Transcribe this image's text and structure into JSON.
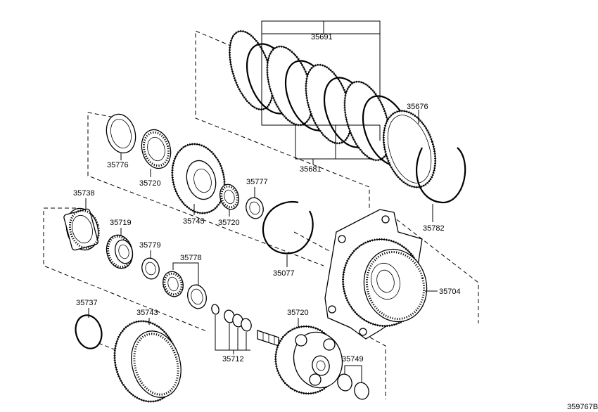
{
  "diagram_id": "359767B",
  "parts": [
    {
      "key": "p35691",
      "label": "35691"
    },
    {
      "key": "p35676",
      "label": "35676"
    },
    {
      "key": "p35681",
      "label": "35681"
    },
    {
      "key": "p35782",
      "label": "35782"
    },
    {
      "key": "p35776",
      "label": "35776"
    },
    {
      "key": "p35720a",
      "label": "35720"
    },
    {
      "key": "p35745",
      "label": "35745"
    },
    {
      "key": "p35720b",
      "label": "35720"
    },
    {
      "key": "p35777",
      "label": "35777"
    },
    {
      "key": "p35738",
      "label": "35738"
    },
    {
      "key": "p35719",
      "label": "35719"
    },
    {
      "key": "p35779",
      "label": "35779"
    },
    {
      "key": "p35778",
      "label": "35778"
    },
    {
      "key": "p35077",
      "label": "35077"
    },
    {
      "key": "p35704",
      "label": "35704"
    },
    {
      "key": "p35737",
      "label": "35737"
    },
    {
      "key": "p35743",
      "label": "35743"
    },
    {
      "key": "p35720c",
      "label": "35720"
    },
    {
      "key": "p35712",
      "label": "35712"
    },
    {
      "key": "p35749",
      "label": "35749"
    }
  ]
}
